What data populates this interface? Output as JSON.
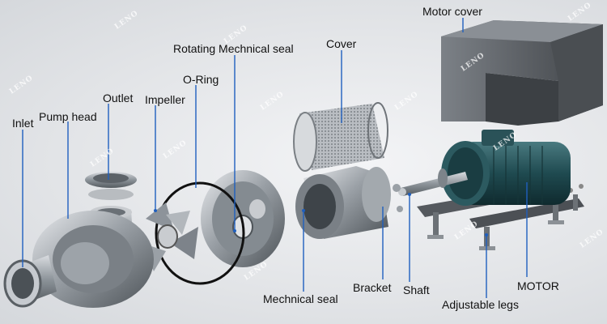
{
  "labels": {
    "motor_cover": "Motor cover",
    "rotating_seal": "Rotating Mechnical seal",
    "cover": "Cover",
    "o_ring": "O-Ring",
    "outlet": "Outlet",
    "impeller": "Impeller",
    "pump_head": "Pump head",
    "inlet": "Inlet",
    "mech_seal": "Mechnical seal",
    "bracket": "Bracket",
    "shaft": "Shaft",
    "motor": "MOTOR",
    "adjustable_legs": "Adjustable legs"
  },
  "watermark": "LENO",
  "colors": {
    "leader": "#1f5fbf",
    "motor_body": "#1f4a50",
    "motor_cover": "#5d6166",
    "steel": "#9aa0a6"
  }
}
